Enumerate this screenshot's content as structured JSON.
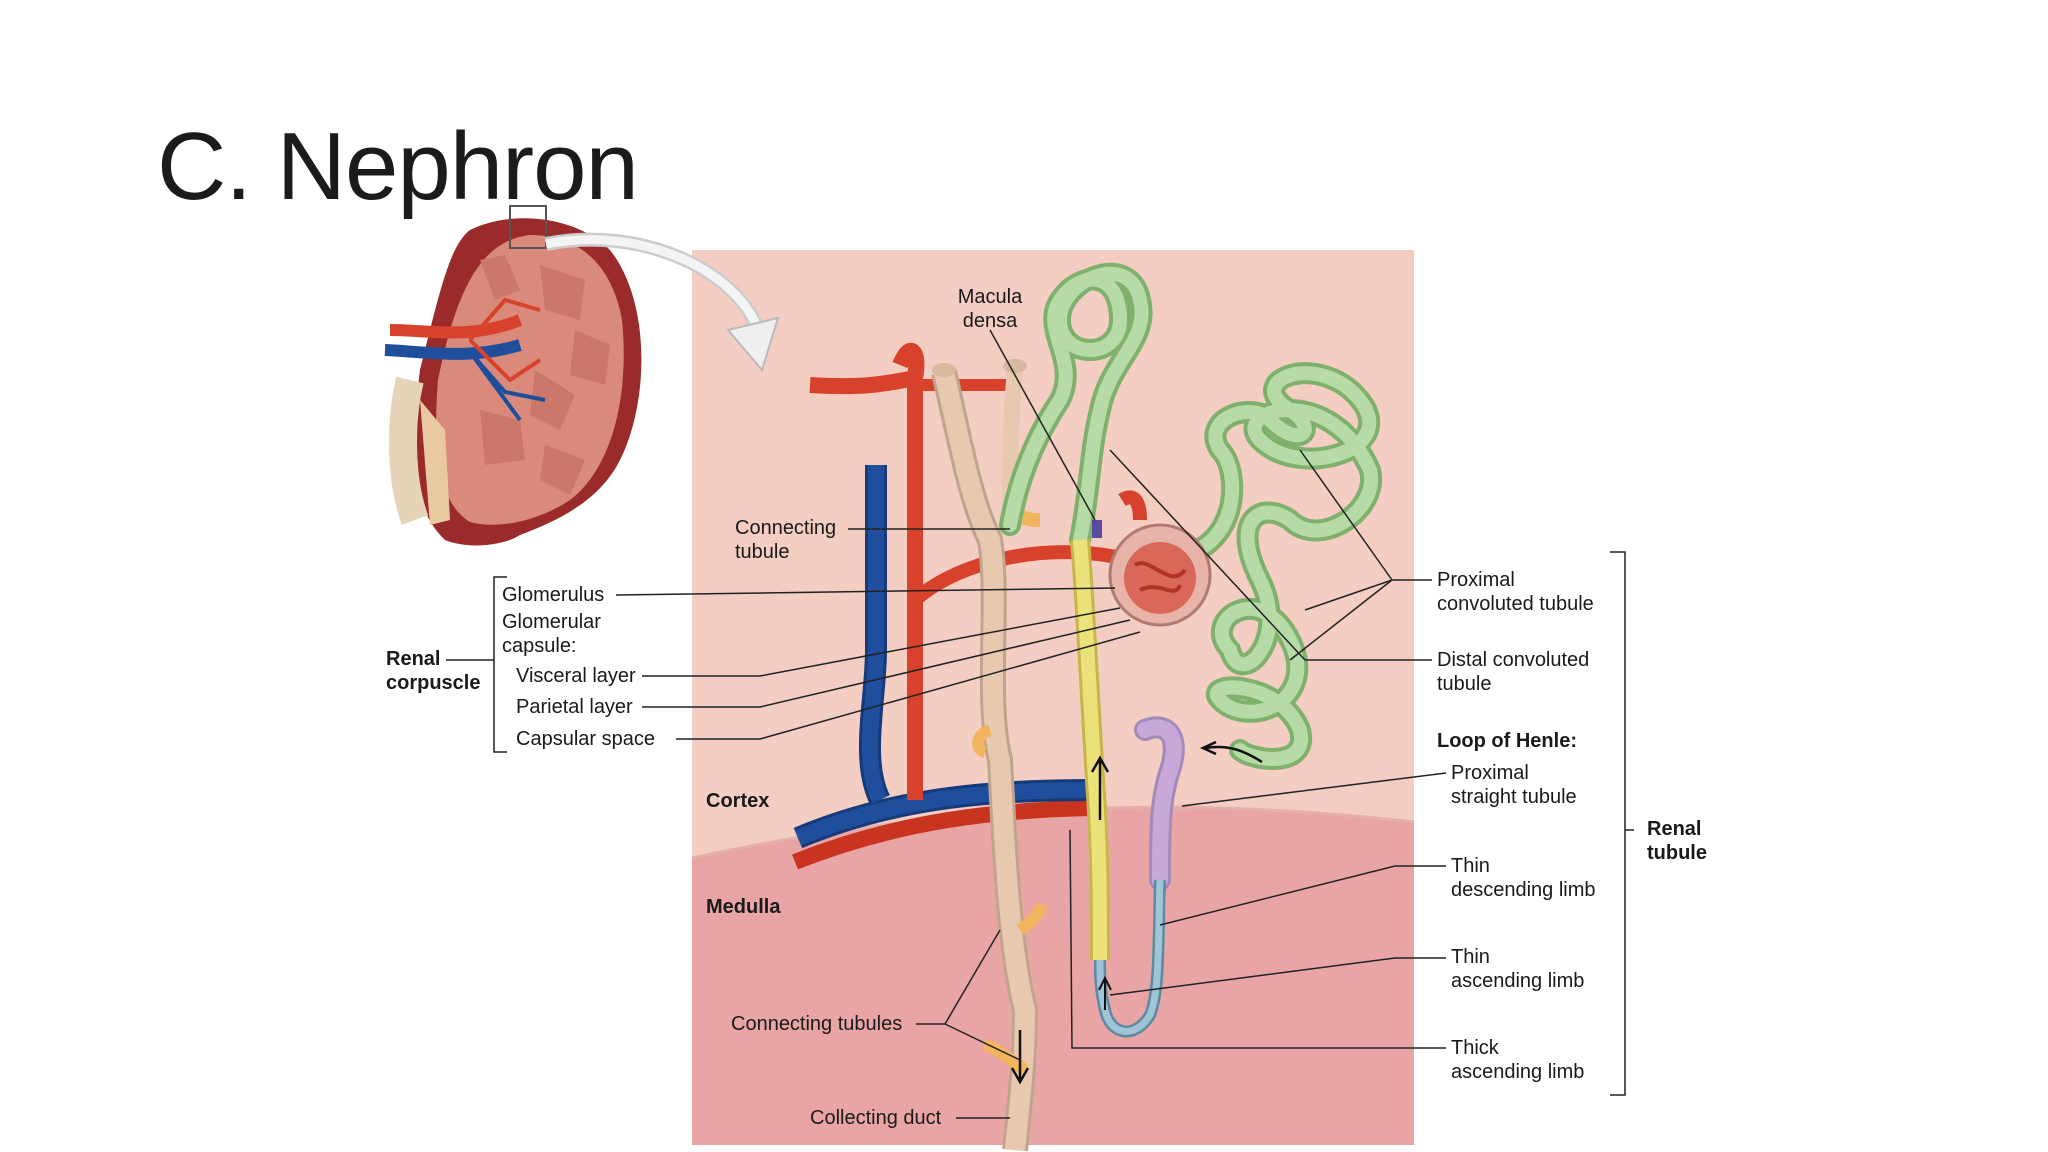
{
  "slide": {
    "title": "C. Nephron"
  },
  "diagram": {
    "labels": {
      "macula_densa": [
        "Macula",
        "densa"
      ],
      "connecting_tubule": [
        "Connecting",
        "tubule"
      ],
      "glomerulus": "Glomerulus",
      "glomerular_capsule": [
        "Glomerular",
        "capsule:"
      ],
      "visceral_layer": "Visceral layer",
      "parietal_layer": "Parietal layer",
      "capsular_space": "Capsular space",
      "renal_corpuscle": [
        "Renal",
        "corpuscle"
      ],
      "cortex": "Cortex",
      "medulla": "Medulla",
      "connecting_tubules": "Connecting tubules",
      "collecting_duct": "Collecting duct",
      "proximal_convoluted_tubule": [
        "Proximal",
        "convoluted tubule"
      ],
      "distal_convoluted_tubule": [
        "Distal convoluted",
        "tubule"
      ],
      "loop_of_henle": "Loop of Henle:",
      "proximal_straight_tubule": [
        "Proximal",
        "straight tubule"
      ],
      "thin_descending_limb": [
        "Thin",
        "descending limb"
      ],
      "thin_ascending_limb": [
        "Thin",
        "ascending limb"
      ],
      "thick_ascending_limb": [
        "Thick",
        "ascending limb"
      ],
      "renal_tubule": [
        "Renal",
        "tubule"
      ]
    },
    "colors": {
      "cortex": "#f4cdc3",
      "medulla": "#e9a5a5",
      "artery": "#d8422c",
      "vein": "#1f4f9c",
      "proximal_tubule": "#9ccc8c",
      "distal_tubule": "#e6e07a",
      "loop_proximal_straight": "#c7a8d8",
      "thin_limb": "#9fc4d6",
      "collecting_duct": "#e8c9b0",
      "connecting_tubule": "#f2b55e",
      "kidney_outer": "#a52a2a"
    },
    "icons": [
      "kidney-illustration",
      "zoom-arrow"
    ]
  }
}
